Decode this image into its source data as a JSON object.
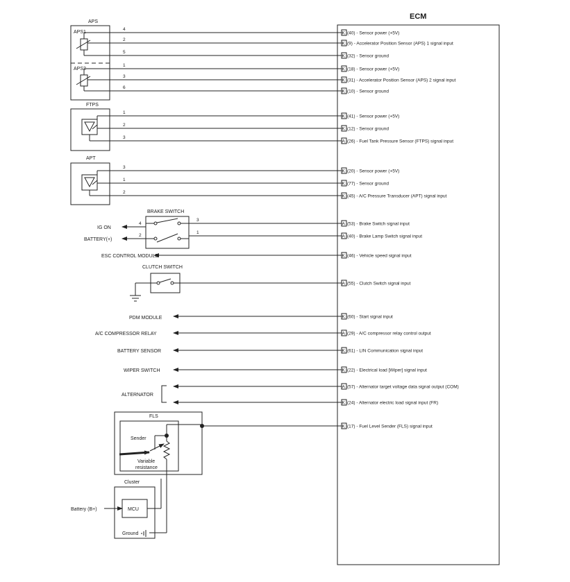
{
  "ecm": {
    "title": "ECM",
    "terminals": [
      {
        "k": "K",
        "pin": "(40) - Sensor power (+5V)"
      },
      {
        "k": "K",
        "pin": "(9) - Accelerator Position Sensor (APS) 1 signal input"
      },
      {
        "k": "K",
        "pin": "(32) - Sensor ground"
      },
      {
        "k": "K",
        "pin": "(18) - Sensor power (+5V)"
      },
      {
        "k": "K",
        "pin": "(31) - Accelerator Position Sensor (APS) 2 signal input"
      },
      {
        "k": "K",
        "pin": "(10) - Sensor ground"
      },
      {
        "k": "K",
        "pin": "(41) - Sensor power (+5V)"
      },
      {
        "k": "K",
        "pin": "(12) - Sensor ground"
      },
      {
        "k": "A",
        "pin": "(26) - Fuel Tank Pressure Sensor (FTPS) signal input"
      },
      {
        "k": "K",
        "pin": "(20) - Sensor power (+5V)"
      },
      {
        "k": "K",
        "pin": "(77) - Sensor ground"
      },
      {
        "k": "K",
        "pin": "(45) - A/C Pressure Transducer (APT) signal input"
      },
      {
        "k": "A",
        "pin": "(53) - Brake Switch signal input"
      },
      {
        "k": "A",
        "pin": "(40) - Brake Lamp Switch signal input"
      },
      {
        "k": "K",
        "pin": "(46) - Vehicle speed signal input"
      },
      {
        "k": "A",
        "pin": "(55) - Clutch Switch signal input"
      },
      {
        "k": "K",
        "pin": "(60) - Start signal input"
      },
      {
        "k": "A",
        "pin": "(29) - A/C compressor relay control output"
      },
      {
        "k": "K",
        "pin": "(61) - LIN Communication signal input"
      },
      {
        "k": "K",
        "pin": "(22) - Electrical load [Wiper] signal input"
      },
      {
        "k": "A",
        "pin": "(57) - Alternator target voltage data signal output (COM)"
      },
      {
        "k": "K",
        "pin": "(24) - Alternator electric load signal input (FR)"
      },
      {
        "k": "K",
        "pin": "(17) -  Fuel Level Sender (FLS) signal input"
      }
    ]
  },
  "aps": {
    "title": "APS",
    "sub1": "APS1",
    "sub2": "APS2",
    "pins": [
      "4",
      "2",
      "5",
      "1",
      "3",
      "6"
    ]
  },
  "ftps": {
    "title": "FTPS",
    "pins": [
      "1",
      "2",
      "3"
    ]
  },
  "apt": {
    "title": "APT",
    "pins": [
      "3",
      "1",
      "2"
    ]
  },
  "brake": {
    "title": "BRAKE SWITCH",
    "ig_on": "IG ON",
    "battery": "BATTERY(+)",
    "pins": [
      "4",
      "2",
      "3",
      "1"
    ]
  },
  "esc": "ESC CONTROL MODULE",
  "clutch": "CLUTCH SWITCH",
  "pdm": "PDM MODULE",
  "ac_relay": "A/C COMPRESSOR RELAY",
  "batt_sensor": "BATTERY SENSOR",
  "wiper": "WIPER SWITCH",
  "alternator": "ALTERNATOR",
  "fls": {
    "title": "FLS",
    "sender": "Sender",
    "variable": "Variable",
    "resistance": "resistance"
  },
  "cluster": {
    "title": "Cluster",
    "mcu": "MCU",
    "ground": "Ground",
    "battery": "Battery (B+)"
  }
}
